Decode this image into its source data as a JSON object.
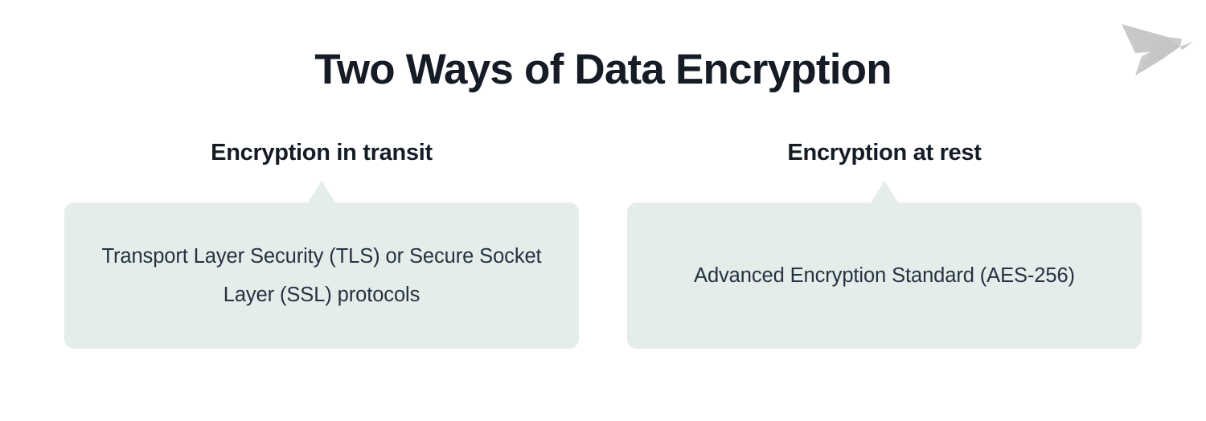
{
  "page": {
    "background_color": "#FFFFFF",
    "title": "Two Ways of Data Encryption",
    "title_color": "#151C26"
  },
  "logo": {
    "name": "origami-bird-logo",
    "color": "#C6C8C8"
  },
  "columns": [
    {
      "heading": "Encryption in transit",
      "body": "Transport Layer Security (TLS) or Secure Socket Layer (SSL) protocols",
      "body_lines": [
        "Transport Layer Security (TLS) or",
        "Secure Socket Layer (SSL) protocols"
      ],
      "card_color": "#E5EDEB",
      "body_color": "#253240"
    },
    {
      "heading": "Encryption at rest",
      "body": "Advanced Encryption Standard (AES-256)",
      "body_lines": [
        "Advanced Encryption Standard",
        "(AES-256)"
      ],
      "card_color": "#E5EDEB",
      "body_color": "#253240"
    }
  ]
}
